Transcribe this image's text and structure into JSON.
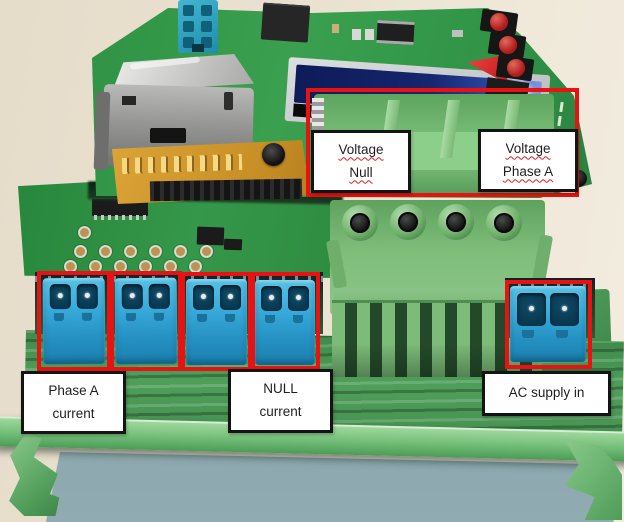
{
  "labels": {
    "voltage_null": {
      "line1": "Voltage",
      "line2": "Null"
    },
    "voltage_phase_a": {
      "line1": "Voltage",
      "line2": "Phase A"
    },
    "phase_a_current": {
      "line1": "Phase A",
      "line2": "current"
    },
    "null_current": {
      "line1": "NULL",
      "line2": "current"
    },
    "ac_supply_in": {
      "text": "AC supply in"
    }
  },
  "annotation_style": {
    "highlight_box_color": "#e81212",
    "label_background": "#ffffff",
    "label_border_color": "#141414",
    "label_text_color": "#1f1f1f",
    "spellcheck_underline_color": "#d91f1f"
  },
  "photo_palette": {
    "background_beige": "#eae1d0",
    "desk_blue_grey": "#7e99a2",
    "pcb_green": "#2f9145",
    "terminal_housing_green": "#7cc47e",
    "din_rail_green": "#58a862",
    "plug_blue": "#2ea3d6",
    "lcd_navy": "#16266f",
    "button_red": "#c42525",
    "module_orange": "#d2962c",
    "ethernet_silver": "#9b9996"
  }
}
